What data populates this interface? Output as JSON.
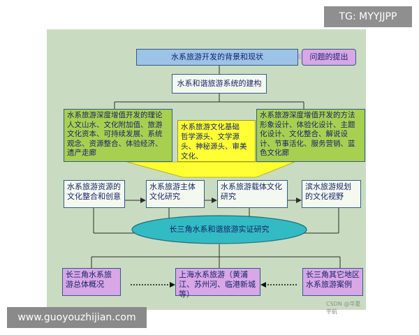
{
  "watermark_top": "TG: MYYJJPP",
  "watermark_bottom": "www.guoyouzhijian.com",
  "credit": "CSDN @华夏宇航",
  "boxes": {
    "background": "水系旅游开发的背景和现状",
    "problem": "问题的提出",
    "system": "水系和谐旅游系统的建构",
    "theory_left": "水系旅游深度增值开发的理论\n人文山水、文化附加值、旅游文化资本、可持续发展、系统观念、资源整合、体验经济、遗产走廊",
    "culture_center": "水系旅游文化基础\n哲学源头、文学源头、神秘源头、审美文化、",
    "method_right": "水系旅游深度增值开发的方法\n形象设计、体验化设计、主题化设计、文化整合、解说设计、节事活化、服务营销、蓝色文化廊",
    "res1": "水系旅游资源的文化整合和创意",
    "res2": "水系旅游主体文化研究",
    "res3": "水系旅游载体文化研究",
    "res4": "滨水旅游规划的文化视野",
    "ellipse": "长三角水系和谐旅游实证研究",
    "bot1": "长三角水系旅游总体概况",
    "bot2": "上海水系旅游（黄浦江、苏州河、临港新城等）",
    "bot3": "长三角其它地区水系旅游案例"
  },
  "colors": {
    "panel": "#c9dcc1",
    "blue_box": "#9dc3e6",
    "magenta_box": "#d9a6e6",
    "green_box": "#a8d050",
    "white_box": "#f4f9ef",
    "yellow_arrow": "#ffff33",
    "teal_ellipse": "#33bbc4"
  }
}
